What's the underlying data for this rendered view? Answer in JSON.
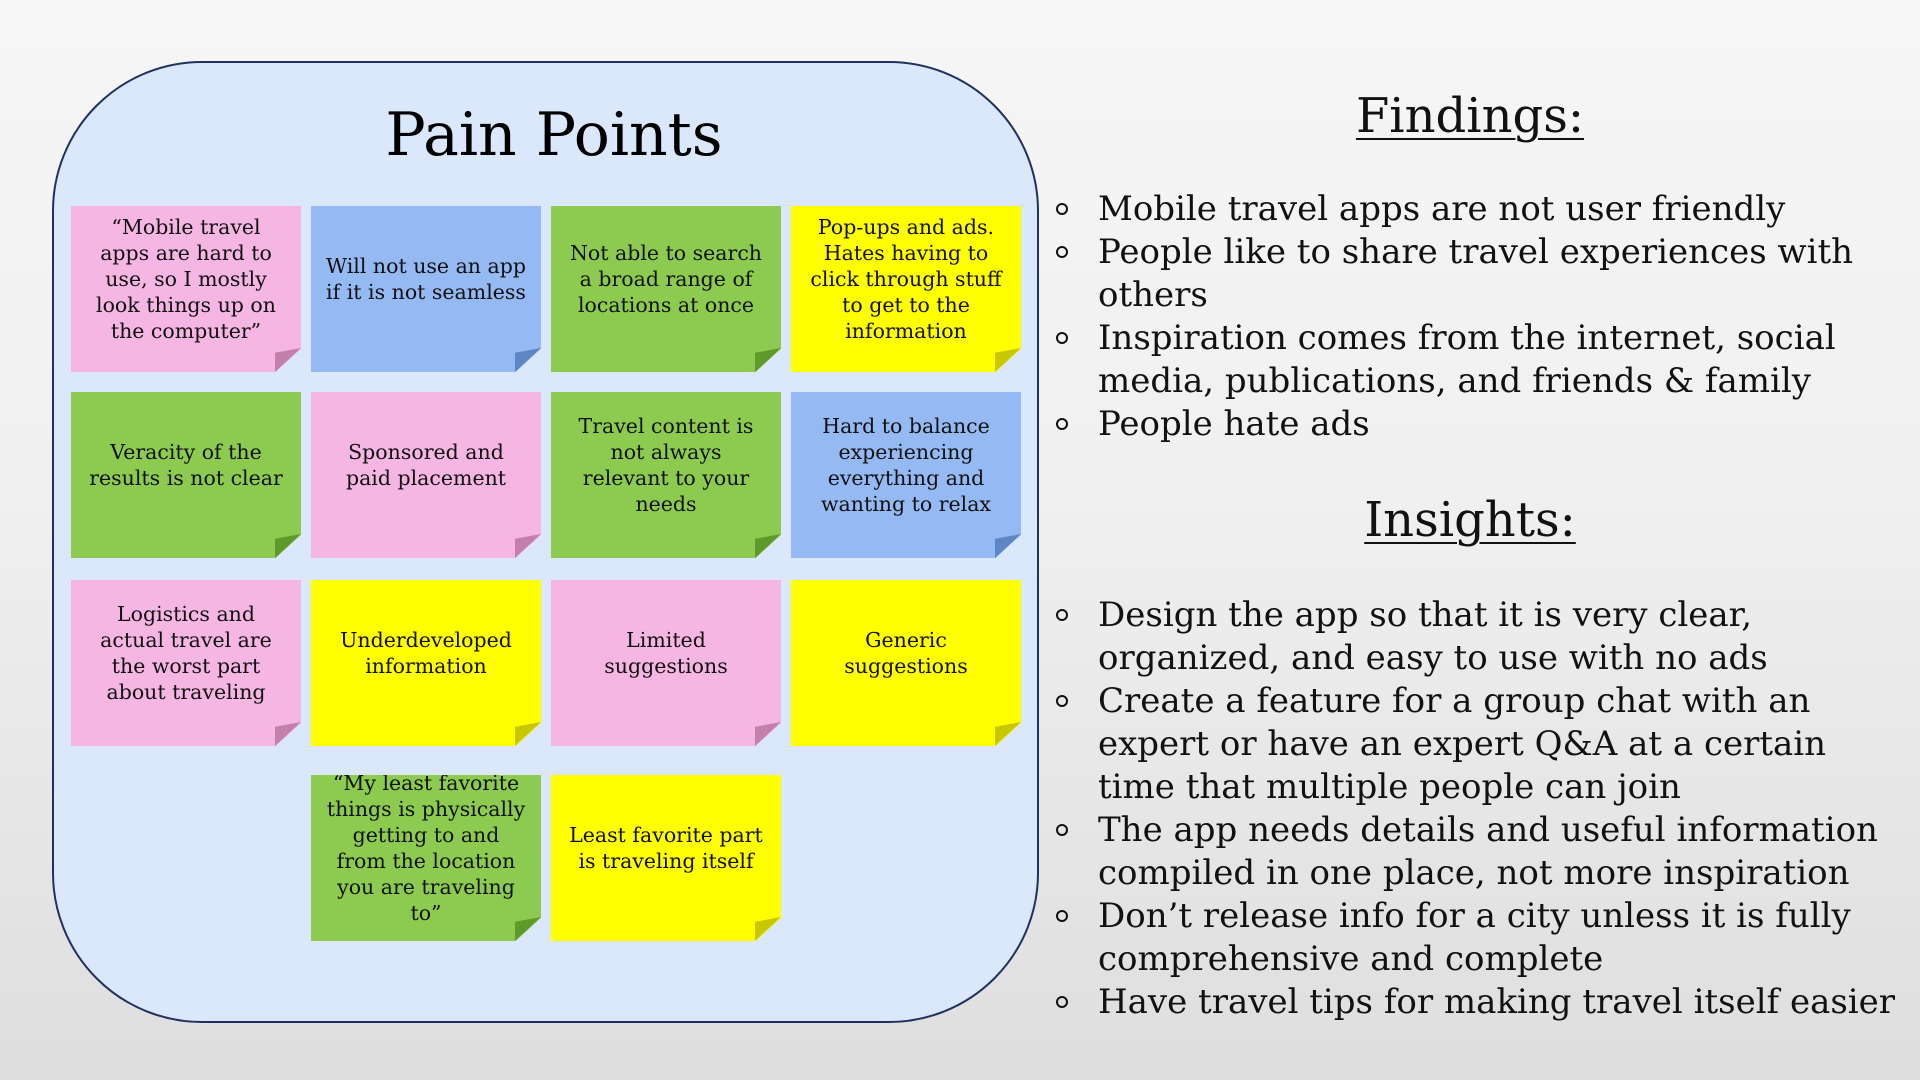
{
  "pain_points": {
    "title": "Pain Points",
    "notes": [
      {
        "text": "“Mobile travel apps are hard to use, so I mostly look things up on the computer”",
        "color": "pink"
      },
      {
        "text": "Will not use an app if it is not seamless",
        "color": "blue"
      },
      {
        "text": "Not able to search a broad range of locations at once",
        "color": "green"
      },
      {
        "text": "Pop-ups and ads. Hates having to click through stuff to get to the information",
        "color": "yellow"
      },
      {
        "text": "Veracity of the results is not clear",
        "color": "green"
      },
      {
        "text": "Sponsored and paid placement",
        "color": "pink"
      },
      {
        "text": "Travel content is not always relevant to your needs",
        "color": "green"
      },
      {
        "text": "Hard to balance experiencing everything and wanting to relax",
        "color": "blue"
      },
      {
        "text": "Logistics and actual travel are the worst part about traveling",
        "color": "pink"
      },
      {
        "text": "Underdeveloped information",
        "color": "yellow"
      },
      {
        "text": "Limited suggestions",
        "color": "pink"
      },
      {
        "text": "Generic suggestions",
        "color": "yellow"
      },
      {
        "text": "“My least favorite things is physically getting to and from the location you are traveling to”",
        "color": "green"
      },
      {
        "text": "Least favorite part is traveling itself",
        "color": "yellow"
      }
    ]
  },
  "colors": {
    "pink": "#f6b6e3",
    "blue": "#94b9f3",
    "green": "#8ccb4f",
    "yellow": "#ffff00",
    "panel": "#dbe8fb",
    "panel_border": "#1f3160"
  },
  "findings": {
    "heading": "Findings:",
    "items": [
      "Mobile travel apps are not user friendly",
      "People like to share travel experiences with others",
      "Inspiration comes from the internet, social media, publications, and friends & family",
      "People hate ads"
    ]
  },
  "insights": {
    "heading": "Insights:",
    "items": [
      "Design the app so that it is very clear, organized, and easy to use with no ads",
      "Create a feature for a group chat with an expert or have an expert Q&A at a certain time that multiple people can join",
      "The app needs details and useful information compiled in one place, not more inspiration",
      "Don’t release info for a city unless it is fully comprehensive and complete",
      "Have travel tips for making travel itself easier"
    ]
  }
}
